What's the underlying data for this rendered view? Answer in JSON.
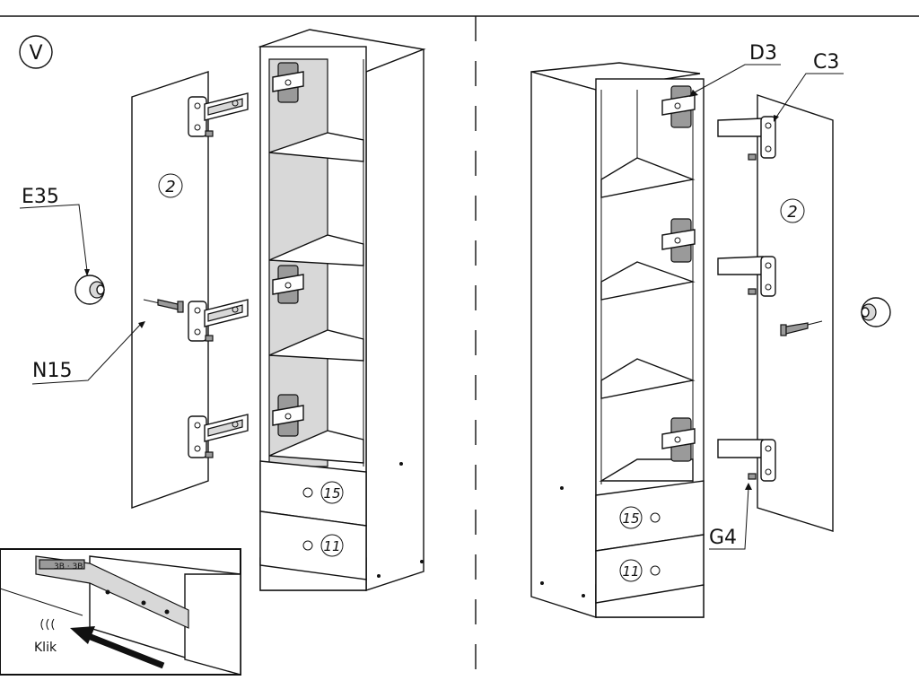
{
  "step": {
    "label": "V"
  },
  "left_view": {
    "door_number": "2",
    "drawer_top_number": "15",
    "drawer_bottom_number": "11",
    "callouts": {
      "knob": "E35",
      "screw": "N15"
    }
  },
  "right_view": {
    "door_number": "2",
    "drawer_top_number": "15",
    "drawer_bottom_number": "11",
    "callouts": {
      "mount_plate": "D3",
      "hinge": "C3",
      "screw_small": "G4"
    }
  },
  "inset": {
    "sound_label": "Klik"
  },
  "colors": {
    "line": "#111111",
    "fill_light": "#d8d8d8",
    "fill_dark": "#9a9a9a",
    "background": "#ffffff"
  }
}
